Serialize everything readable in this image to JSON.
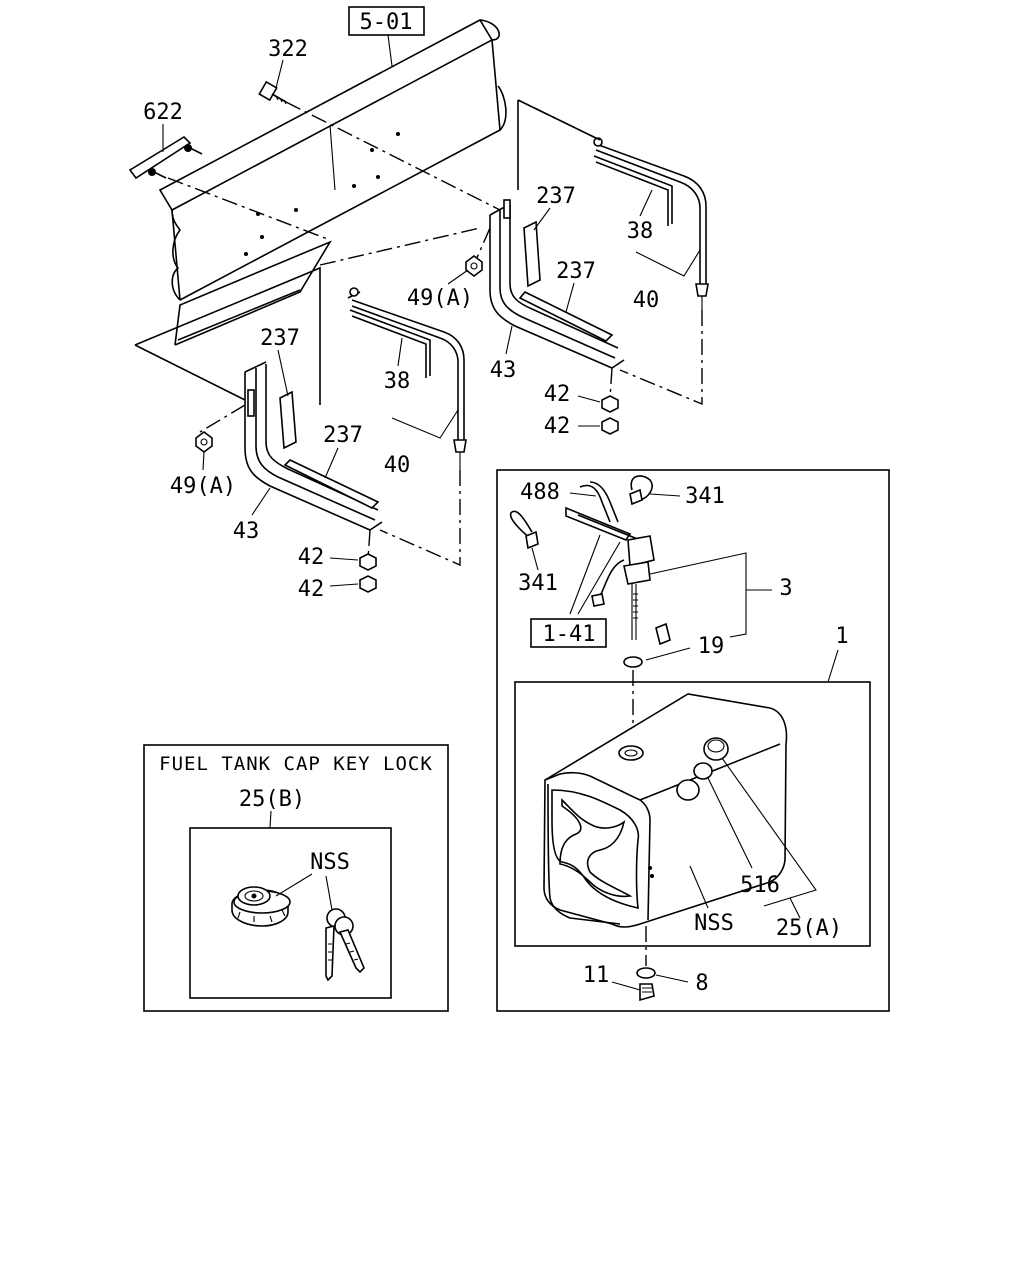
{
  "diagram": {
    "ref_chassis": "5-01",
    "ref_gauge": "1-41",
    "inset_title": "FUEL TANK CAP KEY LOCK",
    "labels": {
      "p322": "322",
      "p622": "622",
      "p237_a": "237",
      "p38_a": "38",
      "p237_b": "237",
      "p40_a": "40",
      "p49_a": "49(A)",
      "p43_a": "43",
      "p42_a": "42",
      "p42_b": "42",
      "p237_c": "237",
      "p38_b": "38",
      "p237_d": "237",
      "p40_b": "40",
      "p49_b": "49(A)",
      "p43_b": "43",
      "p42_c": "42",
      "p42_d": "42",
      "p488": "488",
      "p341_a": "341",
      "p341_b": "341",
      "p3": "3",
      "p19": "19",
      "p1": "1",
      "p516": "516",
      "p25a": "25(A)",
      "nss_tank": "NSS",
      "p11": "11",
      "p8": "8",
      "p25b": "25(B)",
      "nss_key": "NSS"
    }
  }
}
